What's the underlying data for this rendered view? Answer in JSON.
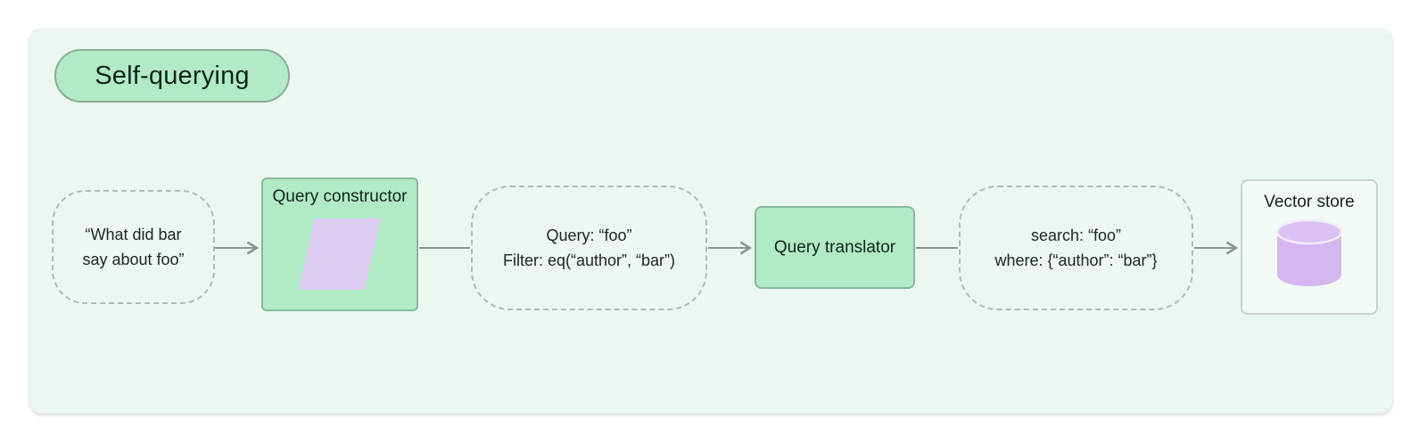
{
  "title": "Self-querying",
  "nodes": {
    "input_query": {
      "lines": [
        "“What did bar",
        "say about foo”"
      ]
    },
    "query_constructor": {
      "label": "Query constructor",
      "icon": "parallelogram-icon"
    },
    "structured_query": {
      "lines": [
        "Query: “foo”",
        "Filter: eq(“author”, “bar”)"
      ]
    },
    "query_translator": {
      "label": "Query translator"
    },
    "translated_query": {
      "lines": [
        "search: “foo”",
        "where: {“author”: “bar”}"
      ]
    },
    "vector_store": {
      "label": "Vector store",
      "icon": "database-icon"
    }
  },
  "colors": {
    "canvas_background": "#edf7f1",
    "green_node_fill": "#b0ebc6",
    "green_node_border": "#86b89c",
    "dashed_border": "#b4bab6",
    "connector": "#8e9591",
    "purple_shape": "#ddcbf2",
    "cylinder_body": "#d5b7ef",
    "cylinder_top": "#dcc2f3",
    "text": "#1c1c1e"
  }
}
